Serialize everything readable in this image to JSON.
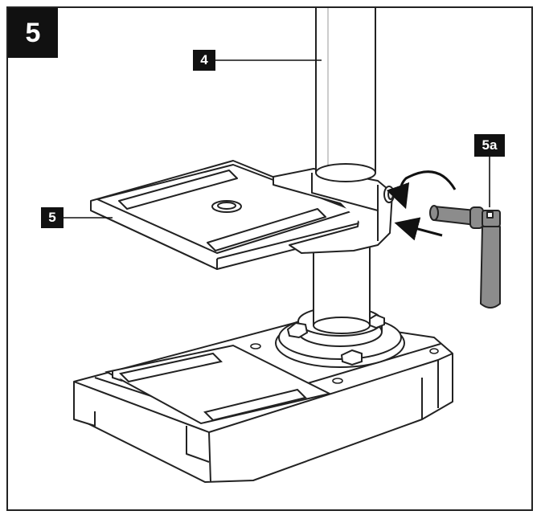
{
  "figure_number": "5",
  "callouts": {
    "column": "4",
    "table": "5",
    "clamp_lever": "5a"
  },
  "colors": {
    "ink": "#222222",
    "label_bg": "#111111",
    "label_text": "#ffffff",
    "lever_fill": "#8c8c8c",
    "shade": "#e6e6e6"
  }
}
